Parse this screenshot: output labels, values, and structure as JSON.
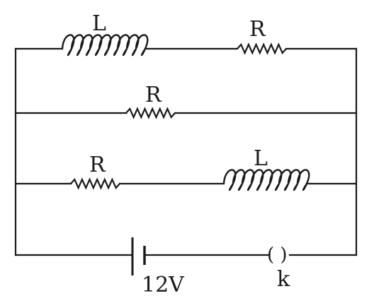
{
  "labels": {
    "inductor_top": "L",
    "resistor_top": "R",
    "resistor_middle": "R",
    "resistor_bottom": "R",
    "inductor_bottom": "L",
    "battery": "12V",
    "switch_symbol": "( )",
    "switch": "k"
  }
}
